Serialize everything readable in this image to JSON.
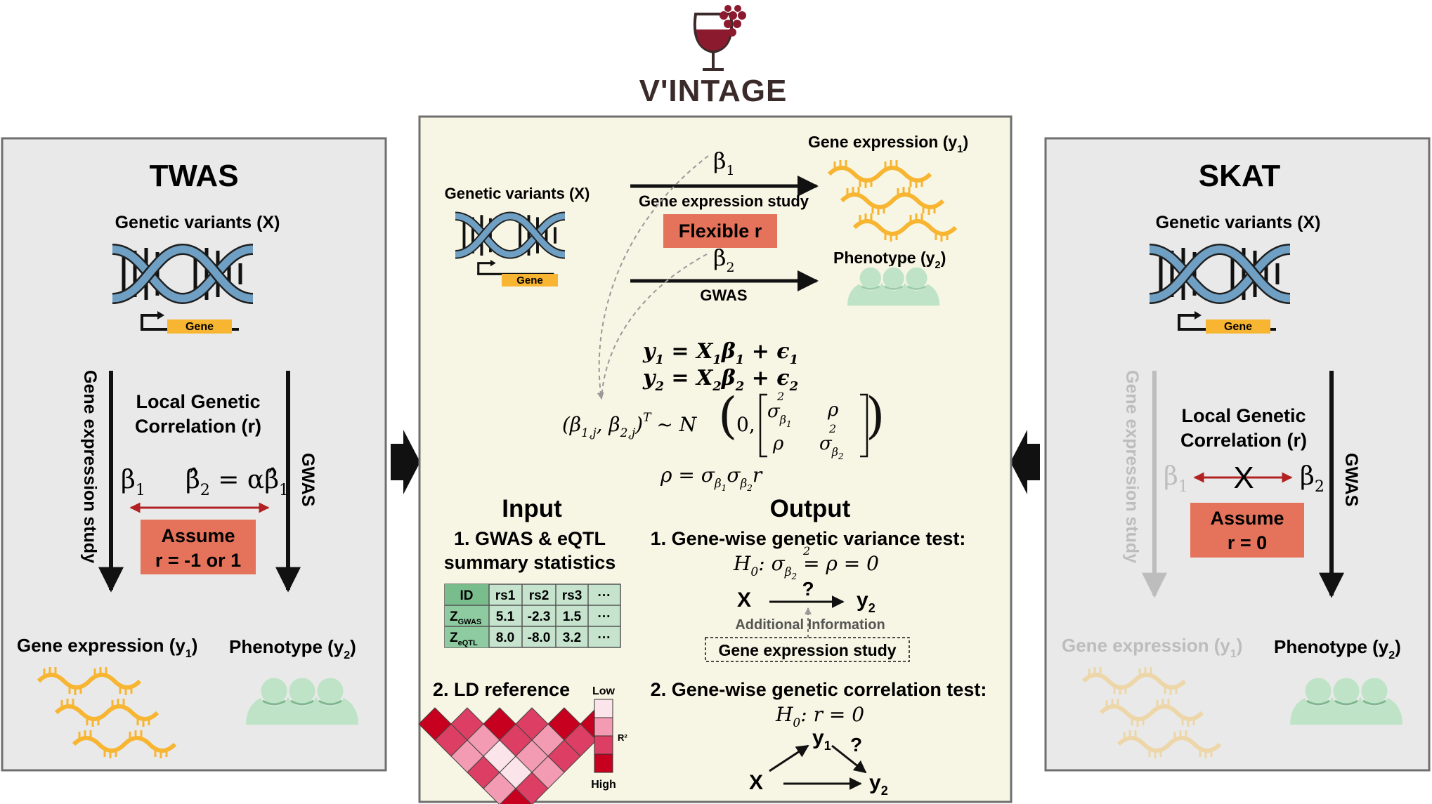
{
  "logo": {
    "text": "V'INTAGE",
    "colors": {
      "wine": "#8b1a2e",
      "dark": "#3b2a2a"
    }
  },
  "colors": {
    "panel_gray": "#e9e9e9",
    "panel_cream": "#f7f5e3",
    "border": "#6f6f6f",
    "dna_blue": "#6fa0c4",
    "gene_yellow": "#f7b531",
    "assume_red": "#e5735b",
    "arrow_red": "#b22222",
    "people_green": "#bfe3c7",
    "table_green": "#c5e3cd",
    "ld_dark": "#c7001f",
    "ld_light": "#f8d4dc"
  },
  "twas": {
    "title": "TWAS",
    "variants_label": "Genetic variants (X)",
    "gene_label": "Gene",
    "left_arrow_label": "Gene expression study",
    "right_arrow_label": "GWAS",
    "corr_line1": "Local Genetic",
    "corr_line2": "Correlation (r)",
    "beta1": "β",
    "beta1_sub": "1",
    "beta2_hat": "β̂",
    "beta2_sub": "2",
    "eq_mid": " = α",
    "beta1_hat": "β̂",
    "beta1_hat_sub": "1",
    "assume_line1": "Assume",
    "assume_line2": "r = -1 or 1",
    "gene_expr": "Gene expression (y",
    "gene_expr_sub": "1",
    "phenotype": "Phenotype (y",
    "phenotype_sub": "2",
    "close_paren": ")"
  },
  "skat": {
    "title": "SKAT",
    "variants_label": "Genetic variants (X)",
    "gene_label": "Gene",
    "left_arrow_label": "Gene expression study",
    "right_arrow_label": "GWAS",
    "corr_line1": "Local Genetic",
    "corr_line2": "Correlation (r)",
    "beta1": "β",
    "beta1_sub": "1",
    "beta2": "β",
    "beta2_sub": "2",
    "cross": "X",
    "assume_line1": "Assume",
    "assume_line2": "r = 0",
    "gene_expr": "Gene expression (y",
    "gene_expr_sub": "1",
    "phenotype": "Phenotype (y",
    "phenotype_sub": "2",
    "close_paren": ")"
  },
  "vintage": {
    "gene_expr": "Gene expression (y",
    "gene_expr_sub": "1",
    "variants_label": "Genetic variants (X)",
    "gene_label": "Gene",
    "beta1": "β",
    "beta1_sub": "1",
    "beta2": "β",
    "beta2_sub": "2",
    "study_label": "Gene expression study",
    "flexible": "Flexible r",
    "phenotype": "Phenotype (y",
    "phenotype_sub": "2",
    "gwas_label": "GWAS",
    "close_paren": ")",
    "eq1_lhs": "y",
    "eq1_sub": "1",
    "eq1_mid": " = X",
    "eq1_xsub": "1",
    "eq1_b": "β",
    "eq1_bsub": "1",
    "eq1_rest": " + ϵ",
    "eq1_esub": "1",
    "eq2_lhs": "y",
    "eq2_sub": "2",
    "eq2_mid": " = X",
    "eq2_xsub": "2",
    "eq2_b": "β",
    "eq2_bsub": "2",
    "eq2_rest": " + ϵ",
    "eq2_esub": "2",
    "dist_lhs": "(β",
    "dist_lhs_sub1": "1,j",
    "dist_comma": ", β",
    "dist_lhs_sub2": "2,j",
    "dist_close": ")",
    "dist_T": "T",
    "dist_mid": "~ N",
    "dist_zero": "0,",
    "dist_sigma": "σ",
    "dist_sigma_sub1": "β",
    "dist_sigma_sub1b": "1",
    "dist_sq": "2",
    "dist_rho": "ρ",
    "dist_sigma_sub2b": "2",
    "rho_eq": "ρ = σ",
    "rho_sub1": "β",
    "rho_sub1b": "1",
    "rho_mid": "σ",
    "rho_sub2b": "2",
    "rho_r": "r",
    "input_title": "Input",
    "input1_line1": "1. GWAS & eQTL",
    "input1_line2": "summary statistics",
    "table_header": [
      "ID",
      "rs1",
      "rs2",
      "rs3",
      "···"
    ],
    "table_rows": [
      {
        "label": "Z",
        "sub": "GWAS",
        "cells": [
          "5.1",
          "-2.3",
          "1.5",
          "···"
        ]
      },
      {
        "label": "Z",
        "sub": "eQTL",
        "cells": [
          "8.0",
          "-8.0",
          "3.2",
          "···"
        ]
      }
    ],
    "input2": "2. LD reference",
    "ld_low": "Low",
    "ld_high": "High",
    "ld_r2": "R²",
    "output_title": "Output",
    "output1": "1. Gene-wise genetic variance test:",
    "h0_1": "H",
    "h0_1_sub": "0",
    "h0_1_rest": ": σ",
    "h0_1_sub2": "β",
    "h0_1_sub2b": "2",
    "h0_1_sq": "2",
    "h0_1_end": " = ρ = 0",
    "x_label": "X",
    "q_mark": "?",
    "y2": "y",
    "y2_sub": "2",
    "additional": "Additional Information",
    "study_box": "Gene expression study",
    "output2": "2. Gene-wise genetic correlation test:",
    "h0_2": "H",
    "h0_2_sub": "0",
    "h0_2_rest": ": r = 0",
    "y1": "y",
    "y1_sub": "1",
    "q2": "?",
    "x2": "X",
    "y2b": "y",
    "y2b_sub": "2"
  }
}
